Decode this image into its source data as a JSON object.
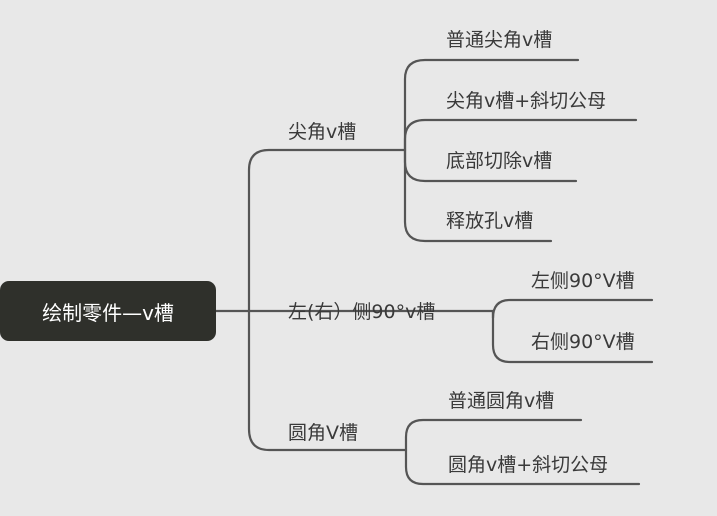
{
  "root": {
    "label": "绘制零件—v槽"
  },
  "branches": [
    {
      "label": "尖角v槽",
      "children": [
        "普通尖角v槽",
        "尖角v槽+斜切公母",
        "底部切除v槽",
        "释放孔v槽"
      ]
    },
    {
      "label": "左(右）侧90°v槽",
      "children": [
        "左侧90°V槽",
        "右侧90°V槽"
      ]
    },
    {
      "label": "圆角V槽",
      "children": [
        "普通圆角v槽",
        "圆角v槽+斜切公母"
      ]
    }
  ],
  "colors": {
    "background": "#e8e8e8",
    "root_fill": "#2f302b",
    "line": "#555555",
    "text": "#3a3a3a"
  }
}
